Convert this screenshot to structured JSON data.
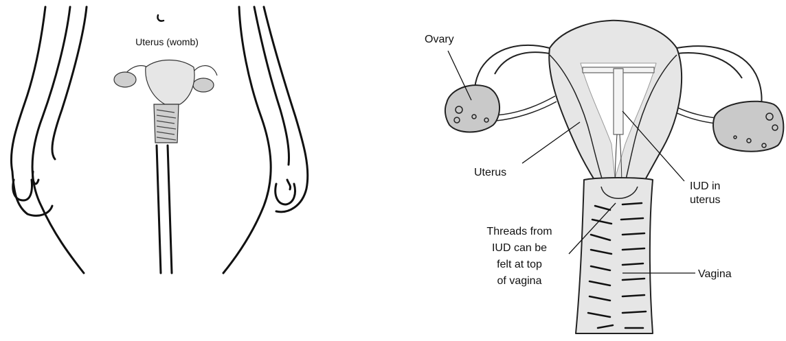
{
  "left_panel": {
    "label": "Uterus (womb)"
  },
  "right_panel": {
    "labels": {
      "ovary": "Ovary",
      "uterus": "Uterus",
      "iud_line1": "IUD in",
      "iud_line2": "uterus",
      "threads_line1": "Threads from",
      "threads_line2": "IUD can be",
      "threads_line3": "felt at top",
      "threads_line4": "of vagina",
      "vagina": "Vagina"
    }
  },
  "colors": {
    "ink": "#111111",
    "tissue": "#e6e6e6",
    "ovary": "#c9c9c9",
    "iud": "#f4f4f4"
  }
}
